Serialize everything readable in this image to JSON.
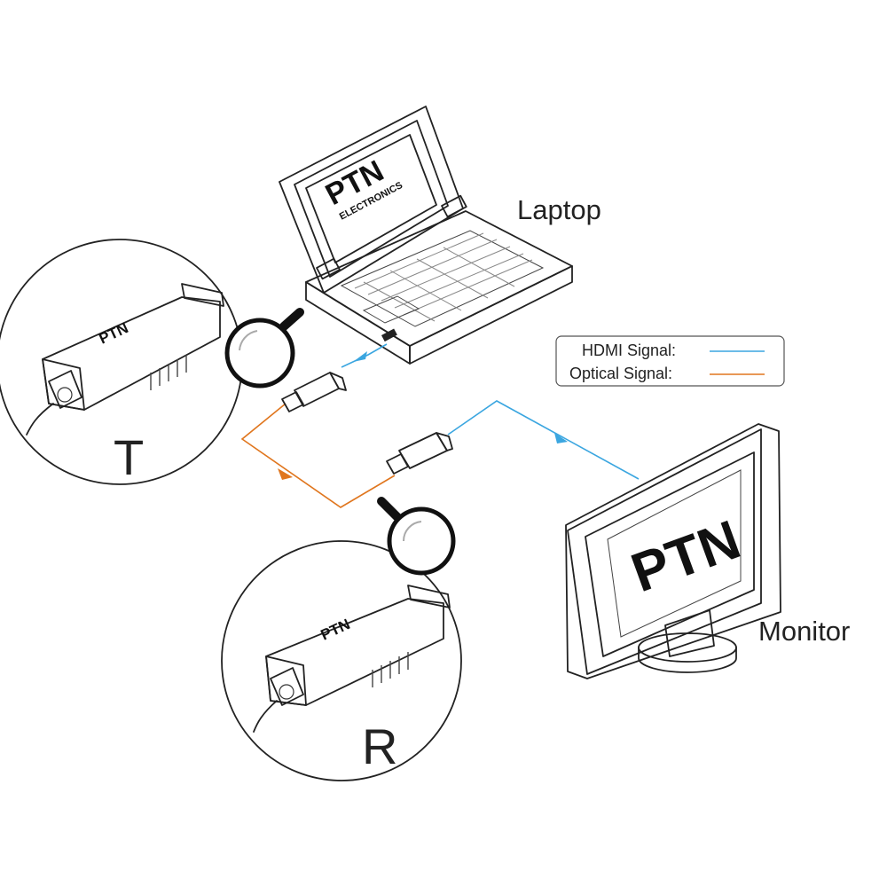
{
  "labels": {
    "laptop": "Laptop",
    "monitor": "Monitor",
    "transmitter": "T",
    "receiver": "R"
  },
  "legend": {
    "hdmi": "HDMI Signal:",
    "optical": "Optical Signal:"
  },
  "branding": {
    "laptop_screen": "PTN",
    "laptop_screen_sub": "ELECTRONICS",
    "monitor_screen": "PTN",
    "transmitter_device": "PTN",
    "receiver_device": "PTN"
  },
  "colors": {
    "hdmi": "#3ba6e0",
    "optical": "#e0761e",
    "outline": "#222222"
  },
  "icons": [
    "laptop-icon",
    "monitor-icon",
    "magnifier-icon",
    "transmitter-dongle-icon",
    "receiver-dongle-icon"
  ]
}
